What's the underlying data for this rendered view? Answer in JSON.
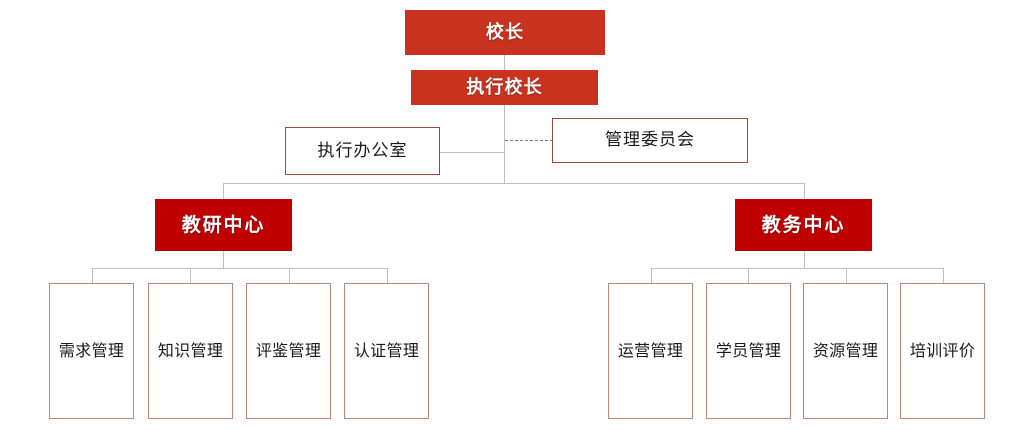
{
  "chart": {
    "type": "org-chart",
    "title": "",
    "colors": {
      "top_fill": "#c8321e",
      "center_fill": "#c00000",
      "outline_border": "#9c4a3a",
      "leaf_border": "#c08575",
      "connector": "#bfbfbf",
      "dashed_connector": "#7a7a7a",
      "background": "#ffffff"
    },
    "nodes": {
      "principal": "校长",
      "executive_principal": "执行校长",
      "executive_office": "执行办公室",
      "management_committee": "管理委员会",
      "research_center": "教研中心",
      "academic_center": "教务中心"
    },
    "research_center_children": [
      {
        "label": "需求管理"
      },
      {
        "label": "知识管理"
      },
      {
        "label": "评鉴管理"
      },
      {
        "label": "认证管理"
      }
    ],
    "academic_center_children": [
      {
        "label": "运营管理"
      },
      {
        "label": "学员管理"
      },
      {
        "label": "资源管理"
      },
      {
        "label": "培训评价"
      }
    ],
    "relationships": [
      {
        "from": "校长",
        "to": "执行校长",
        "style": "solid"
      },
      {
        "from": "执行校长",
        "to": "执行办公室",
        "style": "solid"
      },
      {
        "from": "执行校长",
        "to": "管理委员会",
        "style": "dashed"
      },
      {
        "from": "执行校长",
        "to": "教研中心",
        "style": "solid"
      },
      {
        "from": "执行校长",
        "to": "教务中心",
        "style": "solid"
      }
    ]
  }
}
